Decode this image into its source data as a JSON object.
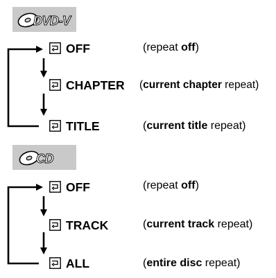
{
  "sections": [
    {
      "badge": {
        "icon": "dvd-disc-logo-icon",
        "text": "DVD-V"
      },
      "modes": [
        {
          "label": "OFF",
          "icon": "repeat-icon",
          "desc": {
            "open": "(",
            "pre": "repeat ",
            "bold": "off",
            "post": "",
            "close": ")"
          }
        },
        {
          "label": "CHAPTER",
          "icon": "repeat-icon",
          "desc": {
            "open": "(",
            "pre": "",
            "bold": "current chapter",
            "post": " repeat",
            "close": ")"
          }
        },
        {
          "label": "TITLE",
          "icon": "repeat-icon",
          "desc": {
            "open": "(",
            "pre": "",
            "bold": "current title",
            "post": " repeat",
            "close": ")"
          }
        }
      ]
    },
    {
      "badge": {
        "icon": "cd-disc-logo-icon",
        "text": "CD"
      },
      "modes": [
        {
          "label": "OFF",
          "icon": "repeat-icon",
          "desc": {
            "open": "(",
            "pre": "repeat ",
            "bold": "off",
            "post": "",
            "close": ")"
          }
        },
        {
          "label": "TRACK",
          "icon": "repeat-icon",
          "desc": {
            "open": "(",
            "pre": "",
            "bold": "current track",
            "post": " repeat",
            "close": ")"
          }
        },
        {
          "label": "ALL",
          "icon": "repeat-icon",
          "desc": {
            "open": "(",
            "pre": "",
            "bold": "entire disc",
            "post": " repeat",
            "close": ")"
          }
        }
      ]
    }
  ]
}
